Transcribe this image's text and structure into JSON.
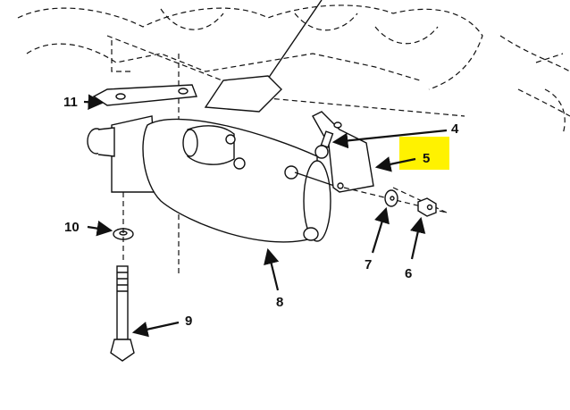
{
  "diagram": {
    "highlight_color": "#fff200",
    "callouts": [
      {
        "id": "11",
        "label": "11"
      },
      {
        "id": "4",
        "label": "4"
      },
      {
        "id": "5",
        "label": "5",
        "highlighted": true
      },
      {
        "id": "10",
        "label": "10"
      },
      {
        "id": "7",
        "label": "7"
      },
      {
        "id": "6",
        "label": "6"
      },
      {
        "id": "8",
        "label": "8"
      },
      {
        "id": "9",
        "label": "9"
      }
    ]
  }
}
